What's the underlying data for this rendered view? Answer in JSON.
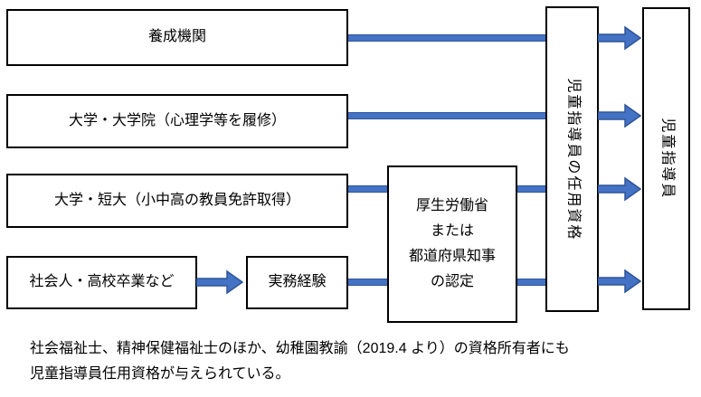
{
  "diagram": {
    "source_boxes": [
      {
        "label": "養成機関"
      },
      {
        "label": "大学・大学院（心理学等を履修）"
      },
      {
        "label": "大学・短大（小中高の教員免許取得）"
      },
      {
        "label": "社会人・高校卒業など"
      }
    ],
    "experience_box": {
      "label": "実務経験"
    },
    "certification_box": {
      "lines": [
        "厚生労働省",
        "または",
        "都道府県知事",
        "の認定"
      ]
    },
    "appointment_box": {
      "label": "児童指導員の任用資格"
    },
    "worker_box": {
      "label": "児童指導員"
    },
    "note": {
      "line1": "社会福祉士、精神保健福祉士のほか、幼稚園教諭（2019.4 より）の資格所有者にも",
      "line2": "児童指導員任用資格が与えられている。"
    }
  },
  "colors": {
    "arrow_fill": "#4472C4",
    "arrow_stroke": "#2F5597",
    "box_border": "#000000",
    "background": "#FFFFFF",
    "text": "#000000"
  }
}
